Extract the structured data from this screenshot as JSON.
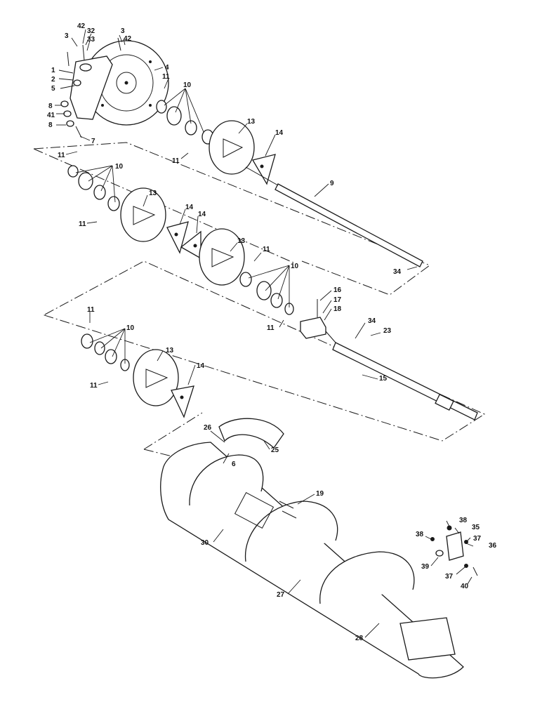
{
  "callouts": [
    {
      "label": "42"
    },
    {
      "label": "3"
    },
    {
      "label": "32"
    },
    {
      "label": "33"
    },
    {
      "label": "3"
    },
    {
      "label": "42"
    },
    {
      "label": "4"
    },
    {
      "label": "1"
    },
    {
      "label": "2"
    },
    {
      "label": "5"
    },
    {
      "label": "11"
    },
    {
      "label": "10"
    },
    {
      "label": "8"
    },
    {
      "label": "41"
    },
    {
      "label": "8"
    },
    {
      "label": "7"
    },
    {
      "label": "13"
    },
    {
      "label": "14"
    },
    {
      "label": "11"
    },
    {
      "label": "11"
    },
    {
      "label": "10"
    },
    {
      "label": "9"
    },
    {
      "label": "13"
    },
    {
      "label": "14"
    },
    {
      "label": "14"
    },
    {
      "label": "11"
    },
    {
      "label": "13"
    },
    {
      "label": "11"
    },
    {
      "label": "10"
    },
    {
      "label": "34"
    },
    {
      "label": "16"
    },
    {
      "label": "17"
    },
    {
      "label": "18"
    },
    {
      "label": "11"
    },
    {
      "label": "34"
    },
    {
      "label": "23"
    },
    {
      "label": "11"
    },
    {
      "label": "10"
    },
    {
      "label": "13"
    },
    {
      "label": "14"
    },
    {
      "label": "11"
    },
    {
      "label": "15"
    },
    {
      "label": "26"
    },
    {
      "label": "6"
    },
    {
      "label": "25"
    },
    {
      "label": "19"
    },
    {
      "label": "30"
    },
    {
      "label": "38"
    },
    {
      "label": "38"
    },
    {
      "label": "35"
    },
    {
      "label": "37"
    },
    {
      "label": "36"
    },
    {
      "label": "39"
    },
    {
      "label": "37"
    },
    {
      "label": "40"
    },
    {
      "label": "27"
    },
    {
      "label": "28"
    }
  ]
}
